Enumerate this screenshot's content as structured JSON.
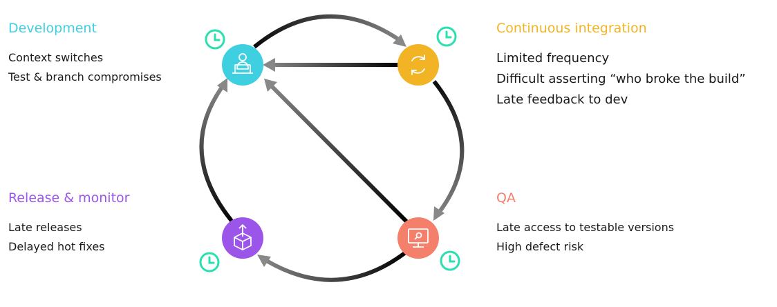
{
  "colors": {
    "development": "#3ecfe0",
    "ci": "#f2b424",
    "qa": "#f47f6b",
    "release": "#9b55e8",
    "clock": "#2be0b0"
  },
  "development": {
    "title": "Development",
    "items": [
      "Context switches",
      "Test & branch compromises"
    ],
    "icon": "developer-icon"
  },
  "ci": {
    "title": "Continuous integration",
    "items": [
      "Limited frequency",
      "Difficult asserting “who broke the build”",
      "Late feedback to dev"
    ],
    "icon": "refresh-icon"
  },
  "qa": {
    "title": "QA",
    "items": [
      "Late access to testable versions",
      "High defect risk"
    ],
    "icon": "monitor-search-icon"
  },
  "release": {
    "title": "Release & monitor",
    "items": [
      "Late releases",
      "Delayed hot fixes"
    ],
    "icon": "box-upload-icon"
  }
}
